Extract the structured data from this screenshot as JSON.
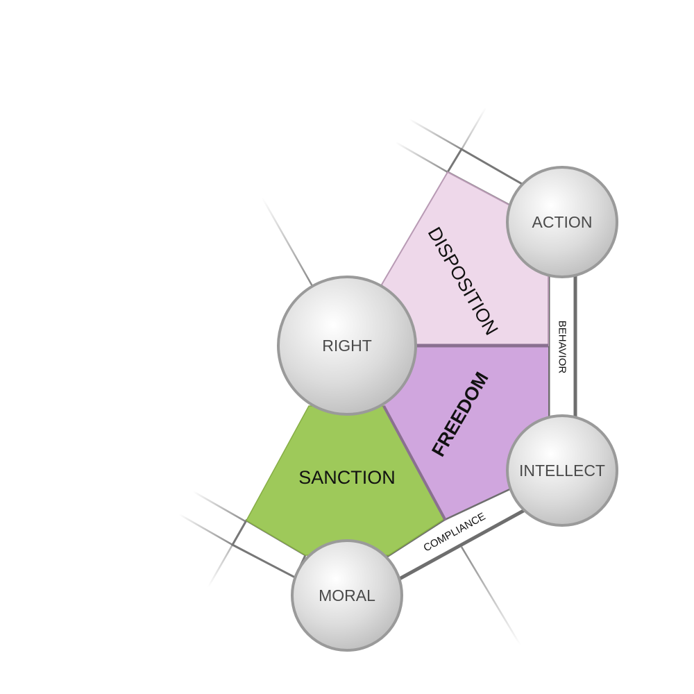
{
  "nodes": {
    "action": "ACTION",
    "right": "RIGHT",
    "intellect": "INTELLECT",
    "moral": "MORAL"
  },
  "regions": {
    "disposition": "DISPOSITION",
    "freedom": "FREEDOM",
    "sanction": "SANCTION"
  },
  "bands": {
    "behavior": "BEHAVIOR",
    "compliance": "COMPLIANCE"
  },
  "colors": {
    "disposition": "#eed8ea",
    "freedom": "#d0a6de",
    "sanction": "#9ec95a"
  }
}
